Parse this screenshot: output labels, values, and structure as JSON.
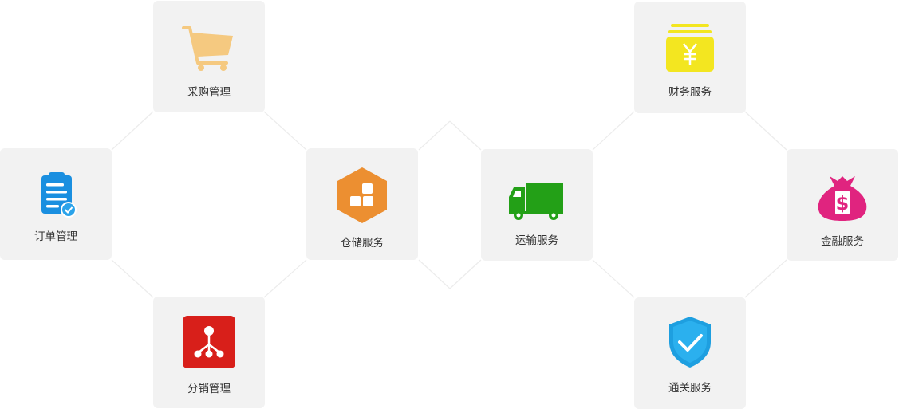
{
  "nodes": {
    "order": {
      "label": "订单管理",
      "icon": "clipboard-check-icon",
      "color": "#1a8fe0"
    },
    "purchase": {
      "label": "采购管理",
      "icon": "shopping-cart-icon",
      "color": "#f5c980"
    },
    "distribution": {
      "label": "分销管理",
      "icon": "distribution-tree-icon",
      "color": "#d81f1a"
    },
    "warehouse": {
      "label": "仓储服务",
      "icon": "warehouse-boxes-icon",
      "color": "#ec8f31"
    },
    "transport": {
      "label": "运输服务",
      "icon": "truck-icon",
      "color": "#23a017"
    },
    "finance": {
      "label": "财务服务",
      "icon": "yen-coins-icon",
      "color": "#f3e620"
    },
    "customs": {
      "label": "通关服务",
      "icon": "shield-check-icon",
      "color": "#1e9fe0"
    },
    "banking": {
      "label": "金融服务",
      "icon": "money-bag-icon",
      "color": "#e0247f"
    }
  }
}
